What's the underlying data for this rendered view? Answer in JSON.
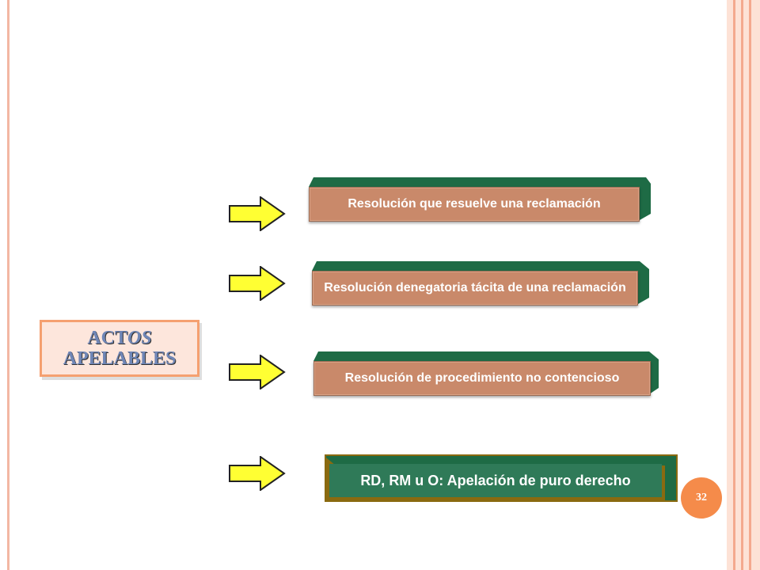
{
  "label": {
    "line1_a": "ACT",
    "line1_b": "OS",
    "line2": "APELABLES"
  },
  "items": [
    {
      "text": "Resolución que resuelve una reclamación"
    },
    {
      "text": "Resolución denegatoria tácita de una reclamación"
    },
    {
      "text": "Resolución de procedimiento no contencioso"
    },
    {
      "text": "RD, RM u O: Apelación de puro derecho"
    }
  ],
  "page_number": "32",
  "colors": {
    "box_face": "#c9896a",
    "box_depth": "#1e6b45",
    "arrow_fill": "#ffff33",
    "label_border": "#f5a070",
    "badge": "#f58b4a"
  }
}
